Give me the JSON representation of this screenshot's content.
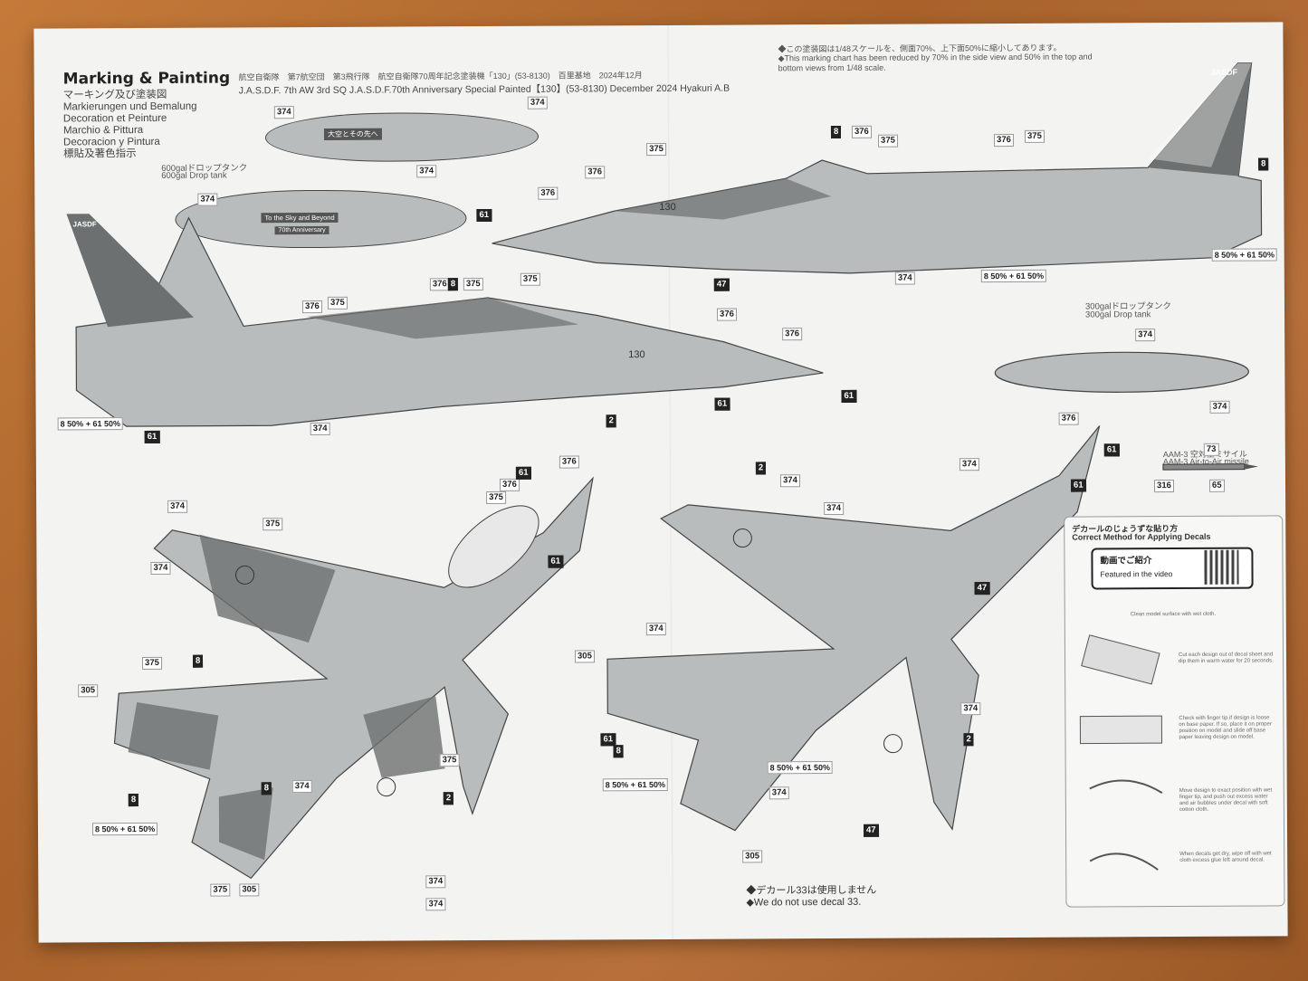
{
  "heading": {
    "title": "Marking & Painting",
    "lines": [
      "マーキング及び塗装図",
      "Markierungen und Bemalung",
      "Decoration et Peinture",
      "Marchio & Pittura",
      "Decoracion y Pintura",
      "標貼及著色指示"
    ]
  },
  "subject": {
    "jp": "航空自衛隊　第7航空団　第3飛行隊　航空自衛隊70周年記念塗装機「130」(53-8130)　百里基地　2024年12月",
    "en": "J.A.S.D.F. 7th AW 3rd SQ J.A.S.D.F.70th Anniversary Special Painted【130】(53-8130) December 2024 Hyakuri A.B"
  },
  "scale_note": {
    "jp": "◆この塗装図は1/48スケールを、側面70%、上下面50%に縮小してあります。",
    "en1": "◆This marking chart has been reduced by 70% in the side view and 50% in the top and",
    "en2": "bottom views from 1/48 scale."
  },
  "tanks": {
    "tank600_jp": "600galドロップタンク",
    "tank600_en": "600gal Drop tank",
    "tank300_jp": "300galドロップタンク",
    "tank300_en": "300gal Drop tank",
    "aam3_jp": "AAM-3 空対空ミサイル",
    "aam3_en": "AAM-3 Air-to-Air missile",
    "banner_jp": "大空とその先へ",
    "banner_en": "To the Sky and Beyond",
    "anniversary": "70th Anniversary"
  },
  "aircraft": {
    "tail_code": "JASDF",
    "nose_number": "130"
  },
  "decals_note": {
    "jp": "◆デカール33は使用しません",
    "en": "◆We do not use decal 33."
  },
  "howto": {
    "title_jp": "デカールのじょうずな貼り方",
    "title_en": "Correct Method for Applying Decals",
    "video_jp": "動画でご紹介",
    "video_en": "Featured in the video",
    "steps": [
      "Clean model surface with wet cloth.",
      "Cut each design out of decal sheet and dip them in warm water for 20 seconds.",
      "Check with finger tip if design is loose on base paper. If so, place it on proper position on model and slide off base paper leaving design on model.",
      "Move design to exact position with wet finger tip, and push out excess water and air bubbles under decal with soft cotton cloth.",
      "When decals get dry, wipe off with wet cloth excess glue left around decal."
    ]
  },
  "callouts": {
    "c374": "374",
    "c375": "375",
    "c376": "376",
    "c8": "8",
    "c61": "61",
    "c2": "2",
    "c47": "47",
    "c305": "305",
    "c316": "316",
    "c73": "73",
    "c65": "65",
    "mix": "8 50% + 61 50%"
  },
  "colors": {
    "paper": "#f3f3f1",
    "aircraft_light": "#b9bcbd",
    "aircraft_dark": "#6d7071",
    "callout_dark": "#222222"
  }
}
